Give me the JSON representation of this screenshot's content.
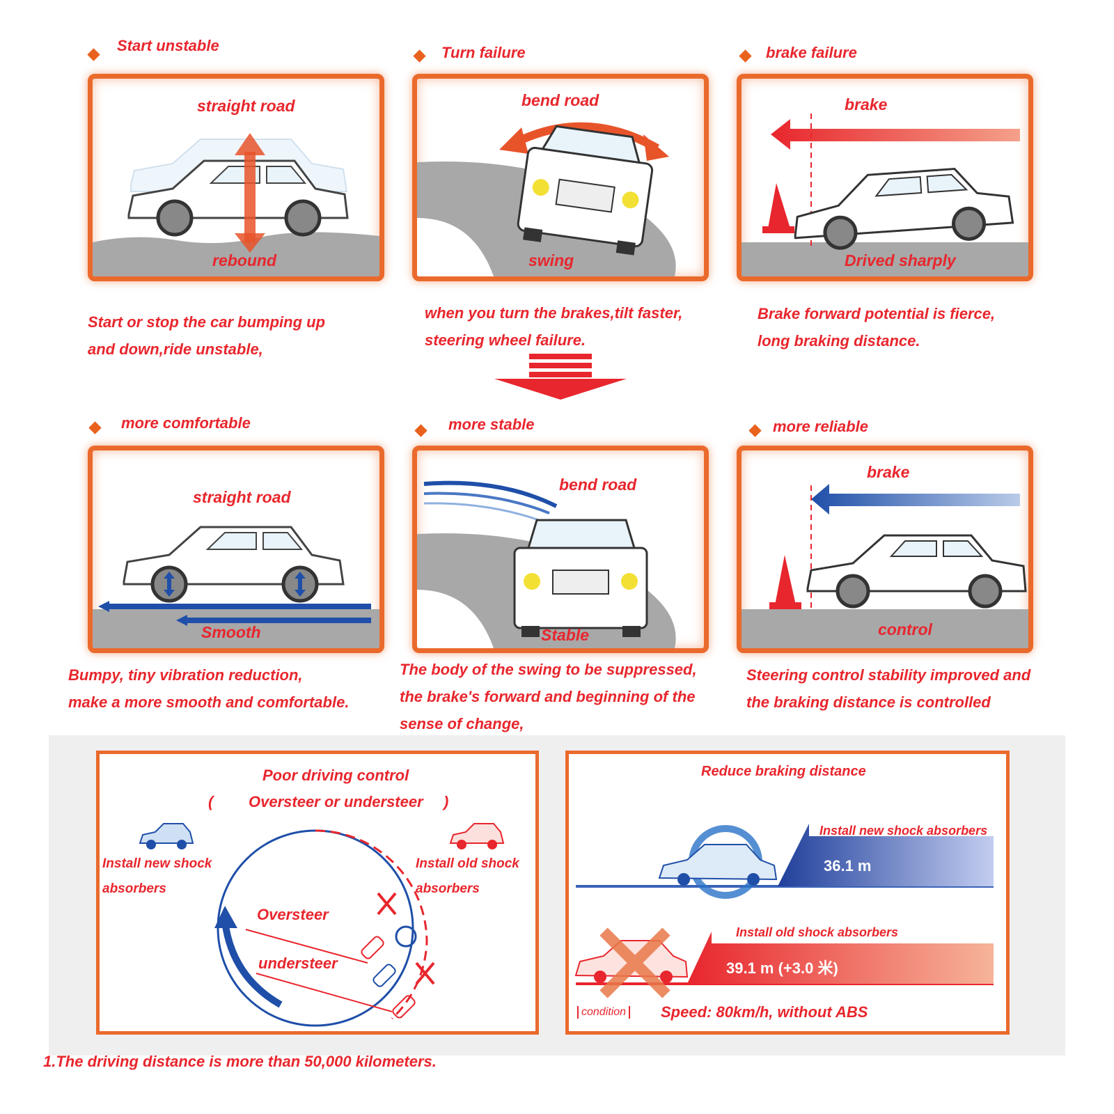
{
  "top_row": [
    {
      "heading": "Start unstable",
      "label_top": "straight road",
      "label_bottom": "rebound",
      "caption_line1": "Start or stop the car bumping up",
      "caption_line2": "and down,ride unstable,"
    },
    {
      "heading": "Turn failure",
      "label_top": "bend road",
      "label_bottom": "swing",
      "caption_line1": "when you turn the brakes,tilt faster,",
      "caption_line2": "steering wheel failure."
    },
    {
      "heading": "brake failure",
      "label_top": "brake",
      "label_bottom": "Drived sharply",
      "caption_line1": "Brake forward potential is fierce,",
      "caption_line2": "long braking distance."
    }
  ],
  "bottom_row": [
    {
      "heading": "more comfortable",
      "label_top": "straight road",
      "label_bottom": "Smooth",
      "caption_line1": "Bumpy, tiny vibration reduction,",
      "caption_line2": "make a more smooth and comfortable."
    },
    {
      "heading": "more stable",
      "label_top": "bend road",
      "label_bottom": "Stable",
      "caption_line1": "The body of the swing to be suppressed,",
      "caption_line2": "the brake's forward and beginning of the",
      "caption_line3": "sense of change,"
    },
    {
      "heading": "more reliable",
      "label_top": "brake",
      "label_bottom": "control",
      "caption_line1": "Steering control stability improved and",
      "caption_line2": "the braking distance is controlled"
    }
  ],
  "control_box": {
    "title": "Poor driving control",
    "subtitle_open": "(",
    "subtitle": "Oversteer or understeer",
    "subtitle_close": ")",
    "left_label_line1": "Install new shock",
    "left_label_line2": "absorbers",
    "right_label_line1": "Install old shock",
    "right_label_line2": "absorbers",
    "oversteer": "Oversteer",
    "understeer": "understeer"
  },
  "braking_box": {
    "title": "Reduce braking distance",
    "new_label": "Install new shock absorbers",
    "new_distance": "36.1 m",
    "old_label": "Install old shock absorbers",
    "old_distance": "39.1 m (+3.0 米)",
    "condition_tag": "condition",
    "condition_text": "Speed: 80km/h, without ABS"
  },
  "footnote": "1.The driving distance is more than 50,000 kilometers.",
  "colors": {
    "accent": "#e8262d",
    "frame": "#ea6a2c",
    "blue": "#1f4fa8",
    "road": "#a8a8a8"
  }
}
